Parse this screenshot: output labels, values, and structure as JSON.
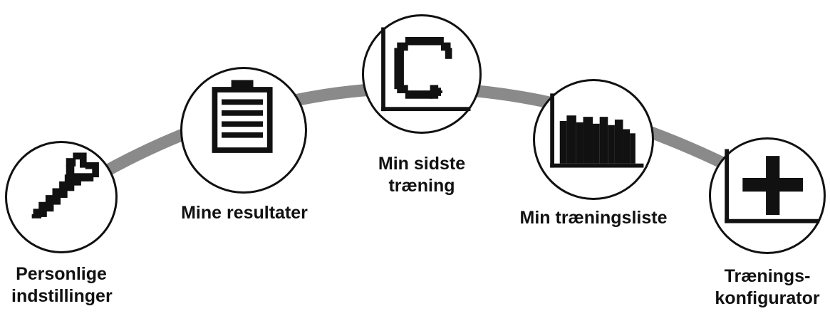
{
  "colors": {
    "arc": "#8a8a8a",
    "outline": "#111111",
    "icon": "#111111",
    "background": "#ffffff"
  },
  "menu": {
    "items": [
      {
        "id": "personal-settings",
        "icon": "wrench-icon",
        "label_lines": [
          "Personlige",
          "indstillinger"
        ]
      },
      {
        "id": "my-results",
        "icon": "clipboard-icon",
        "label_lines": [
          "Mine resultater"
        ]
      },
      {
        "id": "my-last-workout",
        "icon": "replay-chart-icon",
        "label_lines": [
          "Min sidste",
          "træning"
        ]
      },
      {
        "id": "my-workout-list",
        "icon": "bar-chart-icon",
        "label_lines": [
          "Min træningsliste"
        ]
      },
      {
        "id": "workout-configurator",
        "icon": "plus-chart-icon",
        "label_lines": [
          "Trænings-",
          "konfigurator"
        ]
      }
    ]
  }
}
